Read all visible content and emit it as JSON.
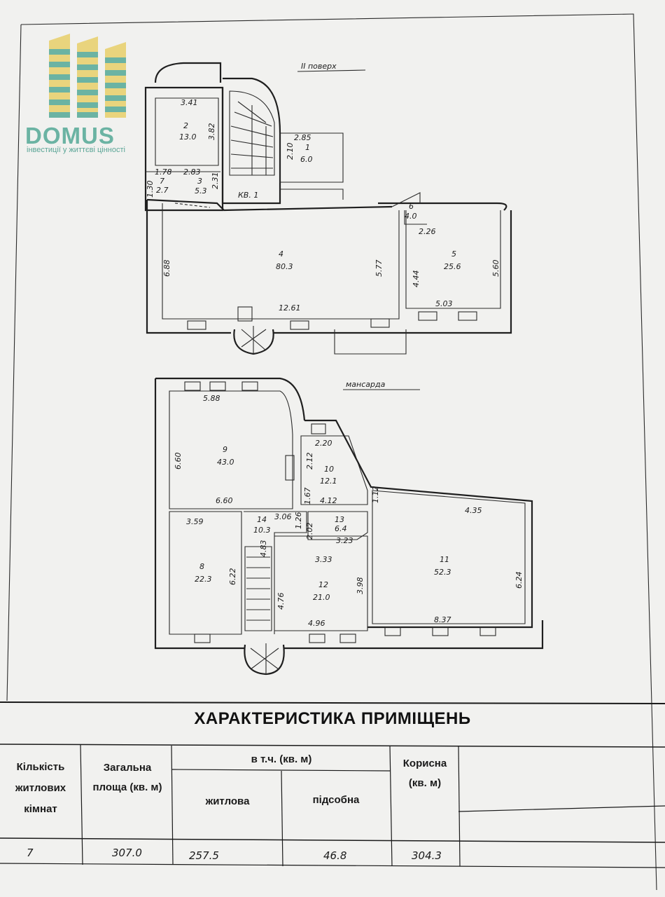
{
  "brand": {
    "name": "DOMUS",
    "tagline": "інвестиції у життєві цінності",
    "colors": {
      "green": "#6bb3a3",
      "yellow": "#e8cf6a"
    }
  },
  "floor2": {
    "title": "ІІ поверх",
    "apartment": "КВ. 1",
    "rooms": [
      {
        "num": "1",
        "area": "6.0"
      },
      {
        "num": "2",
        "area": "13.0"
      },
      {
        "num": "3",
        "area": "5.3"
      },
      {
        "num": "4",
        "area": "80.3"
      },
      {
        "num": "5",
        "area": "25.6"
      },
      {
        "num": "6",
        "area": "4.0"
      },
      {
        "num": "7",
        "area": "2.7"
      }
    ],
    "dims": [
      "3.41",
      "3.82",
      "2.83",
      "2.31",
      "1.30",
      "1.78",
      "2.85",
      "2.10",
      "6.88",
      "12.61",
      "5.77",
      "2.26",
      "4.44",
      "5.60",
      "5.03"
    ]
  },
  "attic": {
    "title": "мансарда",
    "rooms": [
      {
        "num": "8",
        "area": "22.3"
      },
      {
        "num": "9",
        "area": "43.0"
      },
      {
        "num": "10",
        "area": "12.1"
      },
      {
        "num": "11",
        "area": "52.3"
      },
      {
        "num": "12",
        "area": "21.0"
      },
      {
        "num": "13",
        "area": "6.4"
      },
      {
        "num": "14",
        "area": "10.3"
      }
    ],
    "dims": [
      "5.88",
      "6.60",
      "6.60",
      "2.20",
      "2.12",
      "1.67",
      "4.12",
      "1.12",
      "4.35",
      "3.59",
      "3.06",
      "1.26",
      "2.02",
      "3.23",
      "4.83",
      "3.33",
      "6.22",
      "4.76",
      "3.98",
      "6.24",
      "4.96",
      "8.37"
    ]
  },
  "table": {
    "title": "ХАРАКТЕРИСТИКА ПРИМІЩЕНЬ",
    "headers": {
      "rooms_count": "Кількість житлових кімнат",
      "total_area": "Загальна площа (кв. м)",
      "including": "в т.ч. (кв. м)",
      "living": "житлова",
      "auxiliary": "підсобна",
      "useful": "Корисна (кв. м)"
    },
    "values": {
      "rooms_count": "7",
      "total_area": "307.0",
      "living": "257.5",
      "auxiliary": "46.8",
      "useful": "304.3"
    }
  }
}
